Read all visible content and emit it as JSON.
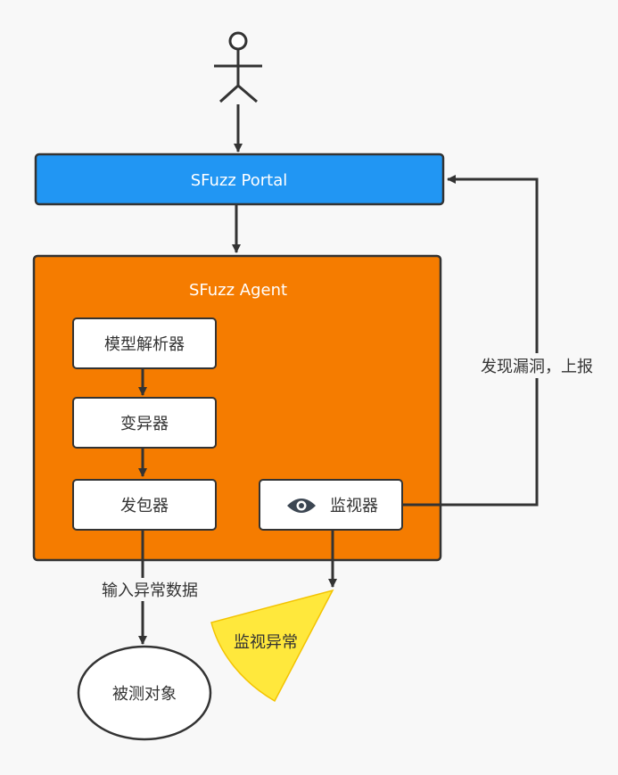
{
  "portal": {
    "label": "SFuzz Portal",
    "fill": "#2196f3",
    "stroke": "#333333"
  },
  "agent": {
    "label": "SFuzz Agent",
    "fill": "#f57c00",
    "stroke": "#333333"
  },
  "modules": {
    "parser": "模型解析器",
    "mutator": "变异器",
    "sender": "发包器",
    "monitor": "监视器"
  },
  "edges": {
    "report": "发现漏洞，上报",
    "input": "输入异常数据"
  },
  "anomaly": {
    "label": "监视异常",
    "fill": "#ffe83c"
  },
  "target": {
    "label": "被测对象"
  },
  "icons": {
    "actor": "person-icon",
    "monitor": "eye-icon"
  }
}
